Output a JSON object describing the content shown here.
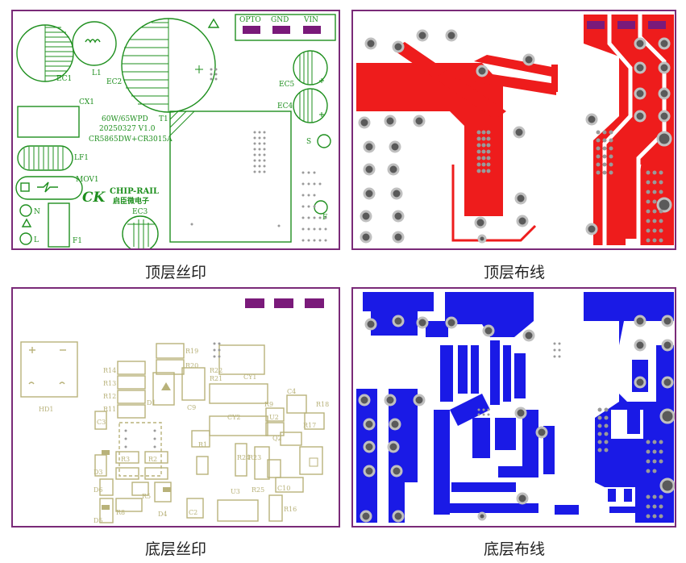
{
  "captions": {
    "top_silk": "顶层丝印",
    "top_route": "顶层布线",
    "bot_silk": "底层丝印",
    "bot_route": "底层布线"
  },
  "top_silk": {
    "connectors": [
      "OPTO",
      "GND",
      "VIN"
    ],
    "labels": {
      "ec1": "EC1",
      "l1": "L1",
      "ec2": "EC2",
      "ec5": "EC5",
      "ec4": "EC4",
      "cx1": "CX1",
      "t1": "T1",
      "lf1": "LF1",
      "mov1": "MOV1",
      "ec3": "EC3",
      "f1": "F1",
      "n": "N",
      "l": "L",
      "s": "S",
      "f": "F"
    },
    "info": [
      "60W/65WPD",
      "20250327  V1.0",
      "CR5865DW+CR3015A"
    ],
    "logo": {
      "brand": "CHIP-RAIL",
      "cn": "启臣微电子"
    }
  },
  "bot_silk": {
    "labels": {
      "hd1": "HD1",
      "r19": "R19",
      "r20": "R20",
      "r14": "R14",
      "r13": "R13",
      "r12": "R12",
      "r11": "R11",
      "r22": "R22",
      "r21": "R21",
      "cy1": "CY1",
      "cy2": "CY2",
      "r18": "R18",
      "r17": "R17",
      "r23": "R23",
      "r24": "R24",
      "r25": "R25",
      "u3": "U3",
      "c10": "C10",
      "r16": "R16",
      "r2": "R2",
      "r3": "R3",
      "r5": "R5",
      "r8": "R8",
      "d3": "D3",
      "d4": "D4",
      "d5": "D5",
      "d6": "D6",
      "c4": "C4",
      "u2": "U2",
      "q2": "Q2",
      "c2": "C2",
      "c3": "C3",
      "c9": "C9",
      "r1": "R1",
      "r9": "R9",
      "d1": "D1"
    }
  },
  "colors": {
    "frame": "#7a2a78",
    "top_silk": "#1e8f1e",
    "top_copper": "#ee1c1c",
    "bot_silk": "#b8b27a",
    "bot_copper": "#1a1ae6",
    "pad_fill": "#5a5a5a",
    "pad_ring": "#c0c0c0",
    "connector_pad": "#7a1a7a"
  }
}
